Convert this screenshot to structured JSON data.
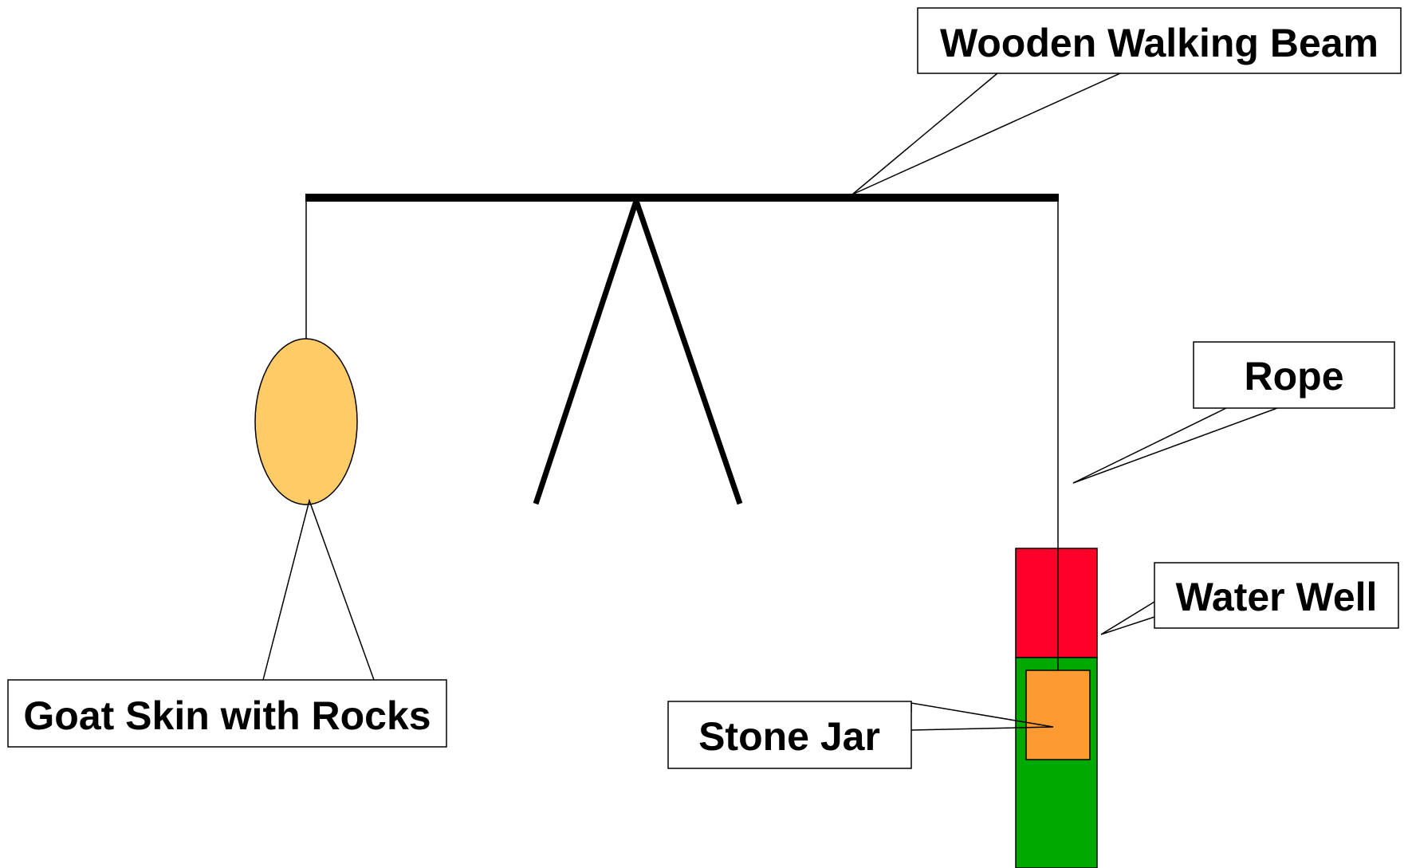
{
  "labels": {
    "beam": "Wooden Walking Beam",
    "rope": "Rope",
    "well": "Water Well",
    "jar": "Stone Jar",
    "goat_skin": "Goat Skin with Rocks"
  },
  "colors": {
    "goat_skin_fill": "#FECB66",
    "well_top_fill": "#FE0029",
    "well_bottom_fill": "#00A900",
    "jar_fill": "#FE9A32",
    "line": "#000000"
  }
}
